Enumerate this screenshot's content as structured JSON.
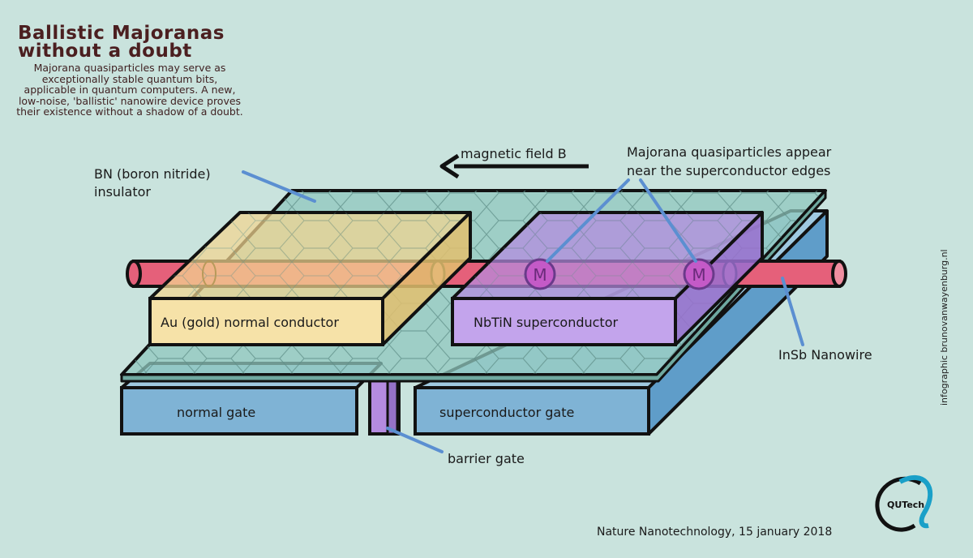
{
  "header": {
    "title_line1": "Ballistic Majoranas",
    "title_line2": "without a doubt",
    "intro": "Majorana quasiparticles may serve as exceptionally stable quantum bits, applicable in quantum computers. A new, low-noise, 'ballistic' nanowire device proves their existence without a shadow of a doubt."
  },
  "labels": {
    "magnetic_field": "magnetic field B",
    "majorana_line1": "Majorana quasiparticles appear",
    "majorana_line2": "near the superconductor edges",
    "bn_line1": "BN (boron nitride)",
    "bn_line2": "insulator",
    "gold": "Au (gold) normal conductor",
    "nbtin": "NbTiN superconductor",
    "insb": "InSb Nanowire",
    "normal_gate": "normal gate",
    "sc_gate": "superconductor gate",
    "barrier_gate": "barrier gate",
    "majorana_symbol": "M"
  },
  "footer": {
    "source": "Nature Nanotechnology, 15 january 2018",
    "credit": "infographic brunovanwayenburg.nl",
    "logo_text": "QUTech"
  },
  "colors": {
    "background": "#c9e3dd",
    "gate": "#7fb3d5",
    "gold": "#f3d690",
    "superconductor": "#b48be0",
    "nanowire": "#e5607a",
    "bn": "#8fc7bd",
    "callout_line": "#5b8fd1",
    "majorana": "#c45ac7"
  }
}
